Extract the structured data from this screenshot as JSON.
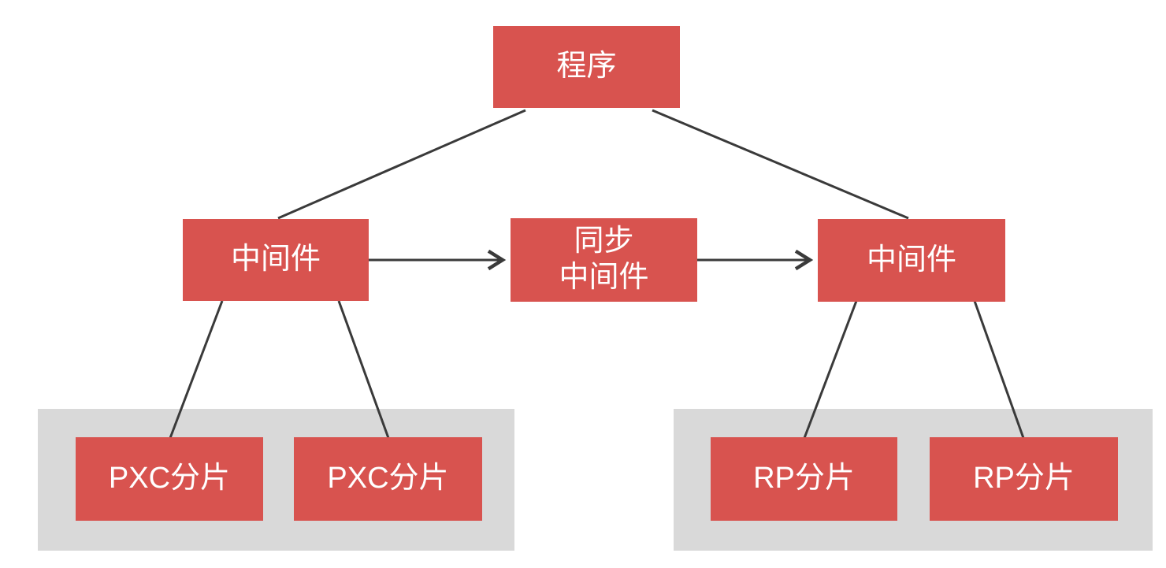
{
  "diagram": {
    "colors": {
      "node_fill": "#d8534f",
      "node_text": "#ffffff",
      "group_fill": "#d9d9d9",
      "connector": "#3a3a3a"
    },
    "nodes": {
      "program": {
        "label": "程序"
      },
      "middleware_left": {
        "label": "中间件"
      },
      "middleware_sync": {
        "label": "同步\n中间件"
      },
      "middleware_right": {
        "label": "中间件"
      },
      "pxc_shard_1": {
        "label": "PXC分片"
      },
      "pxc_shard_2": {
        "label": "PXC分片"
      },
      "rp_shard_1": {
        "label": "RP分片"
      },
      "rp_shard_2": {
        "label": "RP分片"
      }
    },
    "edges": [
      {
        "from": "program",
        "to": "middleware_left",
        "arrow": false
      },
      {
        "from": "program",
        "to": "middleware_right",
        "arrow": false
      },
      {
        "from": "middleware_left",
        "to": "middleware_sync",
        "arrow": true
      },
      {
        "from": "middleware_sync",
        "to": "middleware_right",
        "arrow": true
      },
      {
        "from": "middleware_left",
        "to": "pxc_shard_1",
        "arrow": false
      },
      {
        "from": "middleware_left",
        "to": "pxc_shard_2",
        "arrow": false
      },
      {
        "from": "middleware_right",
        "to": "rp_shard_1",
        "arrow": false
      },
      {
        "from": "middleware_right",
        "to": "rp_shard_2",
        "arrow": false
      }
    ]
  }
}
